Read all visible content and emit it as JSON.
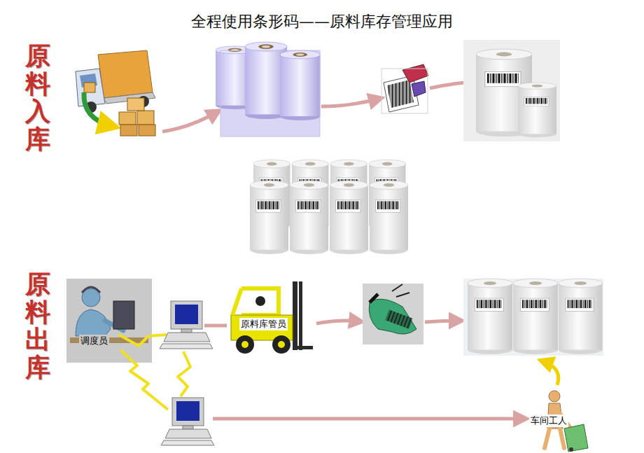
{
  "diagram": {
    "title": "全程使用条形码——原料库存管理应用",
    "nodes": [
      {
        "text": [
          "调度员"
        ]
      },
      {
        "text": [
          "原料库管员"
        ]
      },
      {
        "text": [
          "车间工人"
        ]
      }
    ],
    "labels": [
      "原料入库",
      "原料出库"
    ]
  }
}
